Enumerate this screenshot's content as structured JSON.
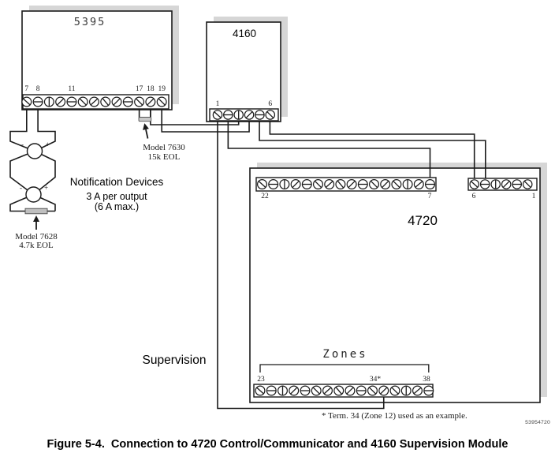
{
  "figure": {
    "caption": "Figure 5-4.  Connection to 4720 Control/Communicator and 4160 Supervision Module",
    "footnote": "* Term. 34 (Zone 12) used as an example.",
    "doc_number": "53954720"
  },
  "panels": {
    "panel_5395": {
      "label": "5395",
      "terminal_numbers": [
        "7",
        "8",
        "11",
        "17",
        "18",
        "19"
      ]
    },
    "panel_4160": {
      "label": "4160",
      "terminal_numbers": [
        "1",
        "6"
      ]
    },
    "panel_4720": {
      "label": "4720",
      "io_strip_numbers": [
        "22",
        "7"
      ],
      "aux_strip_numbers": [
        "6",
        "1"
      ],
      "zones": {
        "title": "Zones",
        "terminal_numbers": [
          "23",
          "34*",
          "38"
        ]
      }
    }
  },
  "annotations": {
    "notification_devices": {
      "title": "Notification Devices",
      "line2": "3 A per output",
      "line3": "(6 A max.)"
    },
    "supervision_label": "Supervision",
    "eol_7630": {
      "line1": "Model 7630",
      "line2": "15k EOL"
    },
    "eol_7628": {
      "line1": "Model 7628",
      "line2": "4.7k EOL"
    },
    "polarity_minus": "-",
    "polarity_plus": "+"
  }
}
